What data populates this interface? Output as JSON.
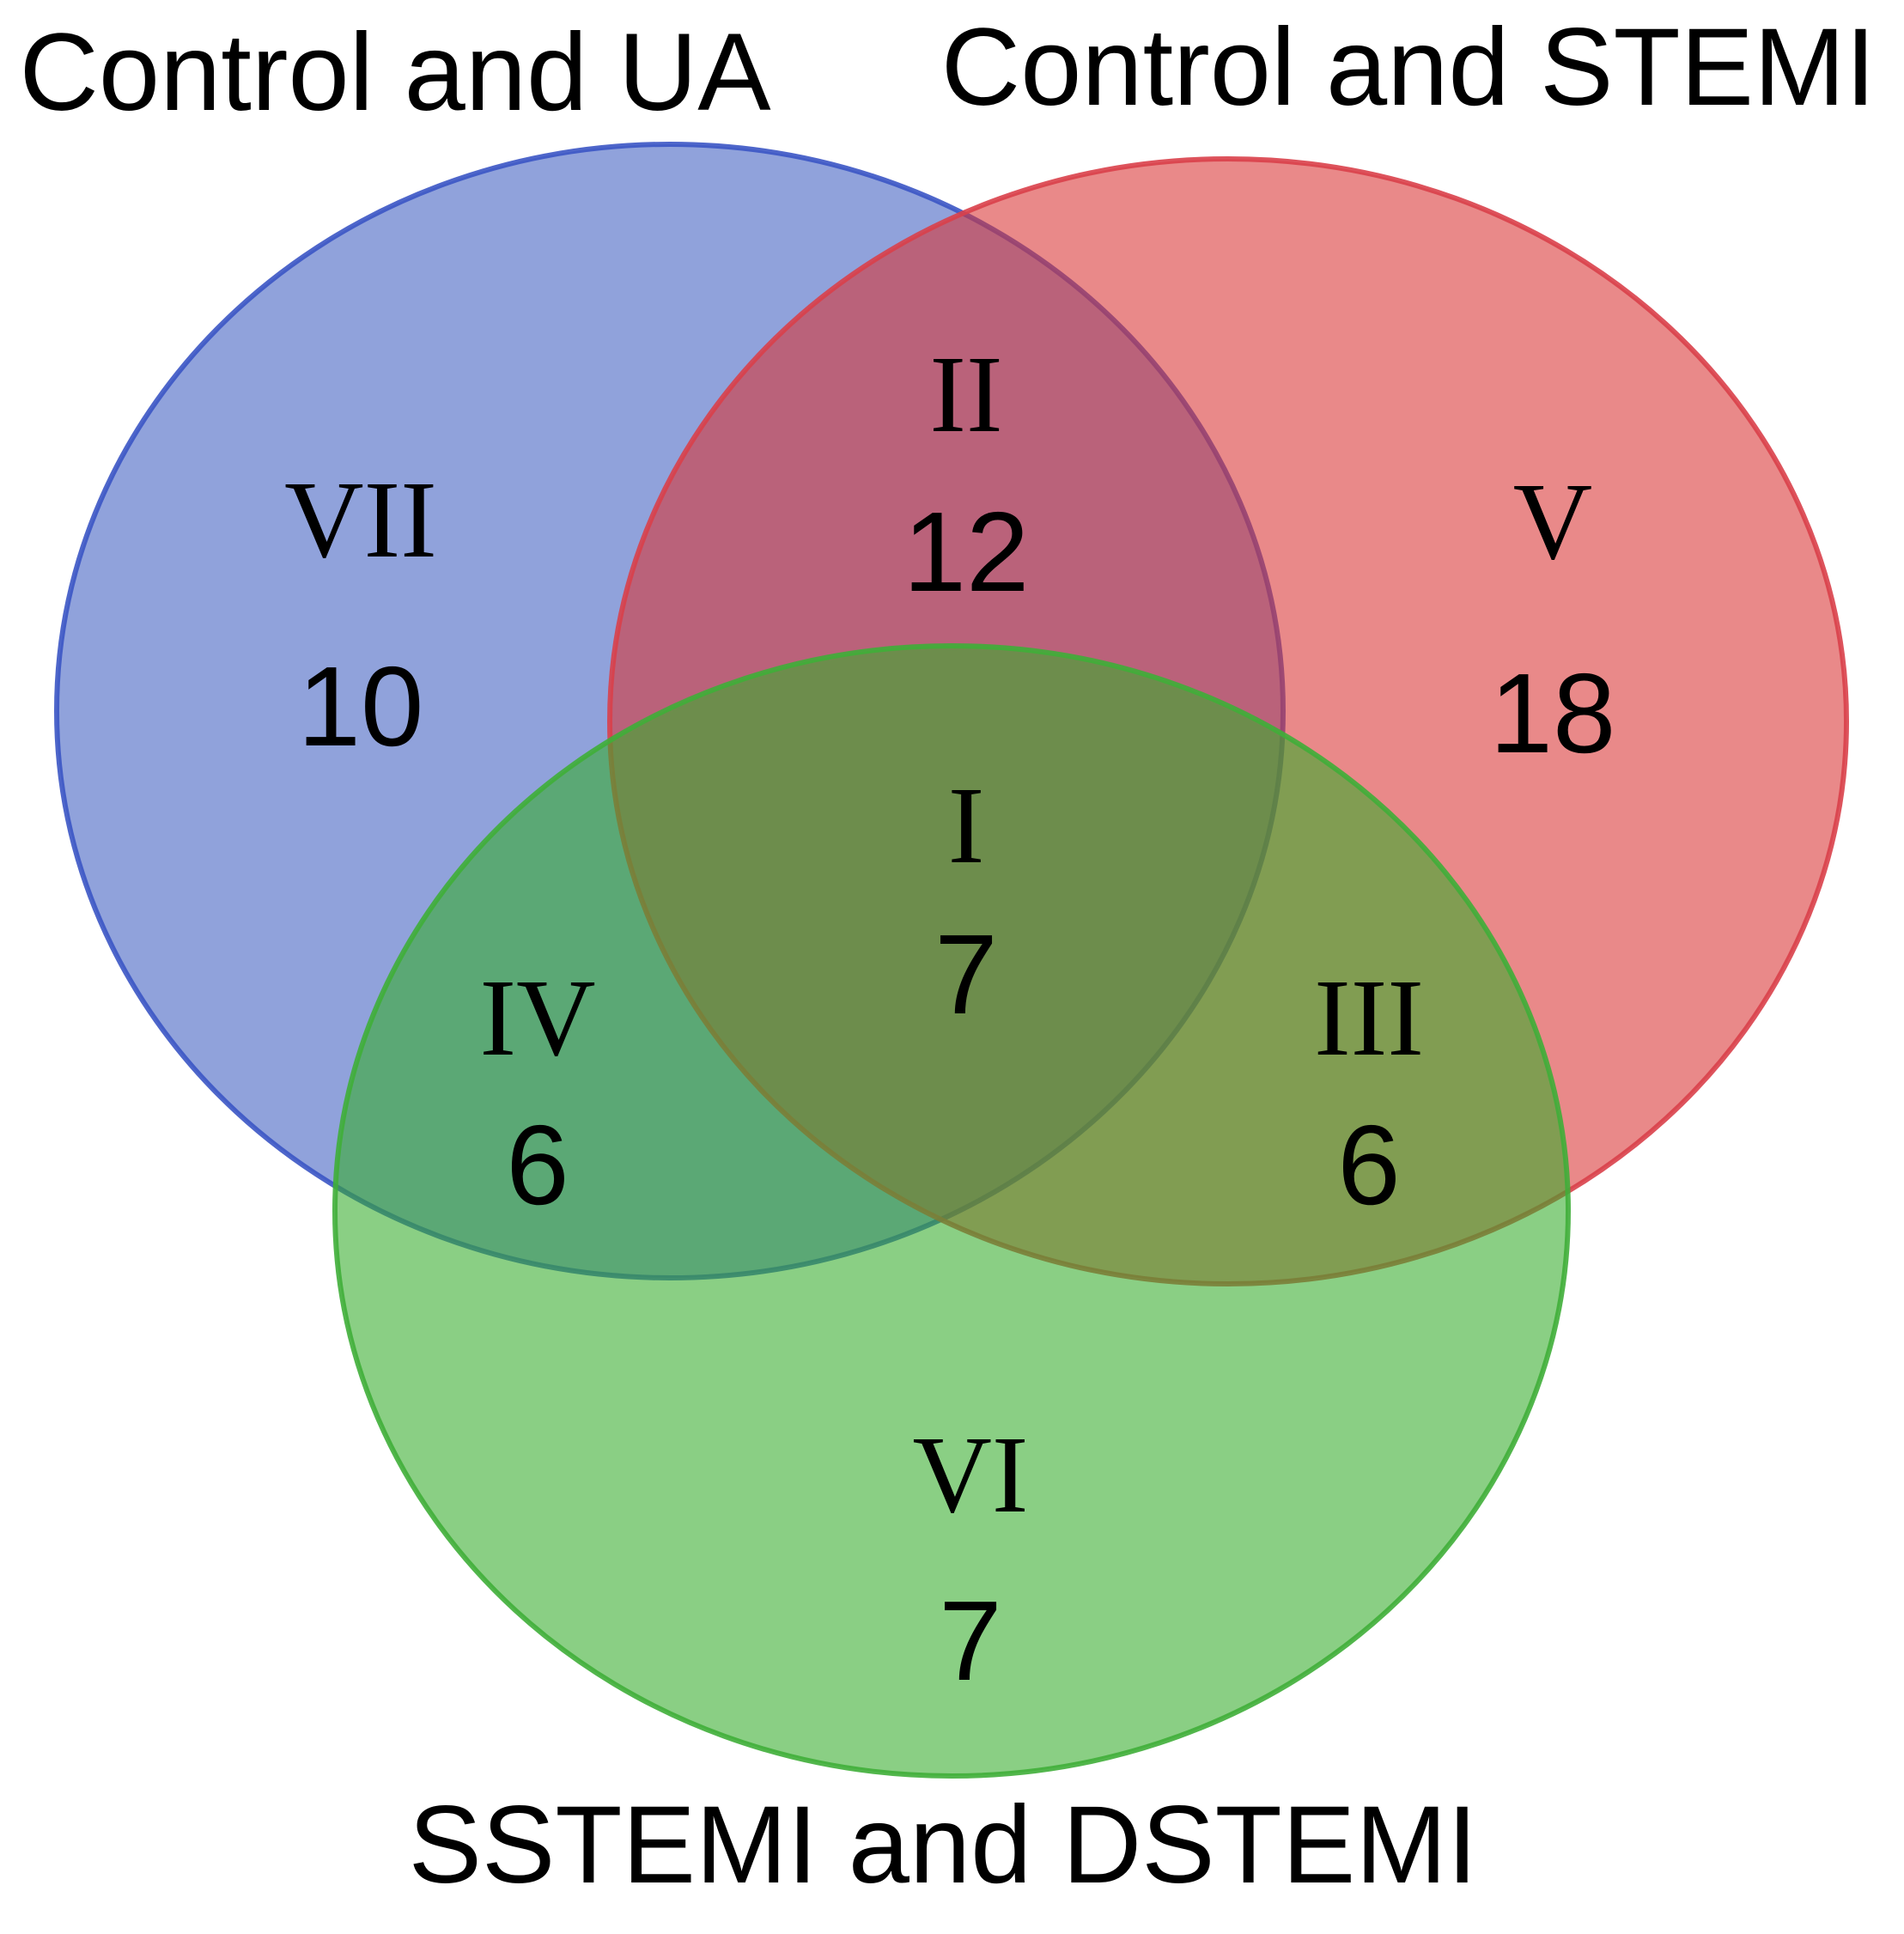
{
  "sets": [
    {
      "id": "ua",
      "title": "Control and UA",
      "fill": "#3f5fc1",
      "stroke": "#3b55c4"
    },
    {
      "id": "stemi",
      "title": "Control and STEMI",
      "fill": "#d93434",
      "stroke": "#d9404a"
    },
    {
      "id": "sstemi",
      "title": "SSTEMI and DSTEMI",
      "fill": "#35ad2b",
      "stroke": "#3fae38"
    }
  ],
  "regions": [
    {
      "id": "I",
      "label": "I",
      "count": "7",
      "members": [
        "ua",
        "stemi",
        "sstemi"
      ]
    },
    {
      "id": "II",
      "label": "II",
      "count": "12",
      "members": [
        "ua",
        "stemi"
      ]
    },
    {
      "id": "III",
      "label": "III",
      "count": "6",
      "members": [
        "stemi",
        "sstemi"
      ]
    },
    {
      "id": "IV",
      "label": "IV",
      "count": "6",
      "members": [
        "ua",
        "sstemi"
      ]
    },
    {
      "id": "V",
      "label": "V",
      "count": "18",
      "members": [
        "stemi"
      ]
    },
    {
      "id": "VI",
      "label": "VI",
      "count": "7",
      "members": [
        "sstemi"
      ]
    },
    {
      "id": "VII",
      "label": "VII",
      "count": "10",
      "members": [
        "ua"
      ]
    }
  ]
}
